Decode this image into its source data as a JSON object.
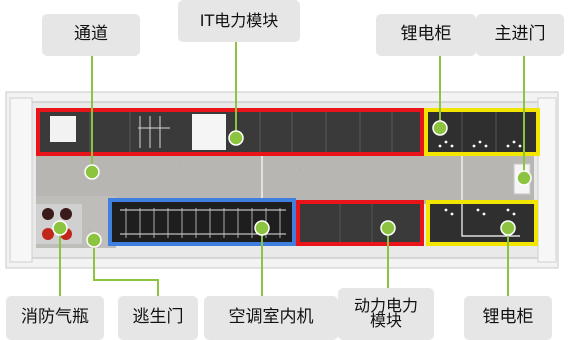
{
  "labels": {
    "passage": "通道",
    "it_power_module": "IT电力模块",
    "battery_cabinet_top": "锂电柜",
    "main_door": "主进门",
    "fire_extinguisher": "消防气瓶",
    "escape_door": "逃生门",
    "ac_indoor_unit": "空调室内机",
    "power_module_line1": "动力电力",
    "power_module_line2": "模块",
    "battery_cabinet_bottom": "锂电柜"
  },
  "colors": {
    "leader_line": "#8cc43f",
    "marker_dot": "#8cc43f",
    "it_box": "#e8141a",
    "power_box": "#e8141a",
    "battery_box": "#f2e500",
    "ac_box": "#3f7fe0",
    "label_bg": "#e6e6e6"
  }
}
